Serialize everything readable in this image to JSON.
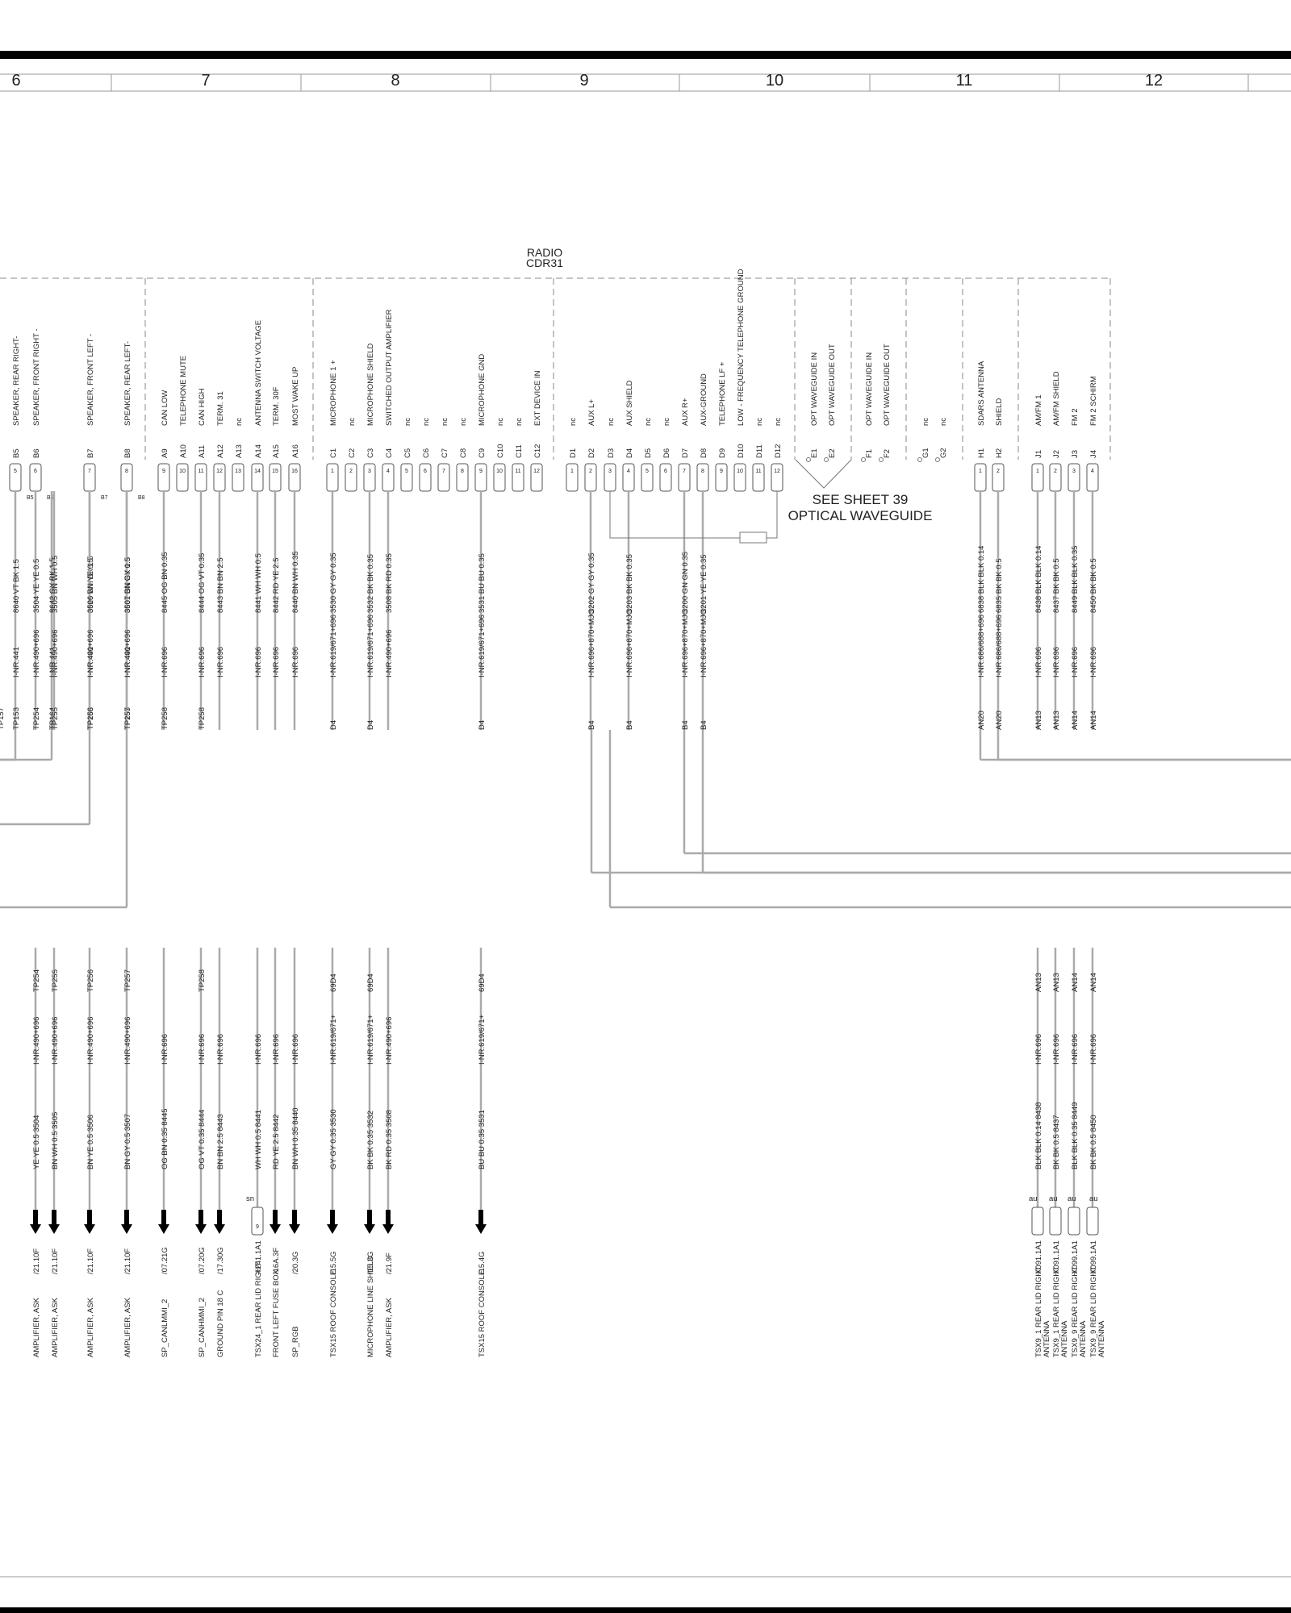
{
  "zones": [
    "6",
    "7",
    "8",
    "9",
    "10",
    "11",
    "12"
  ],
  "component": {
    "name": "RADIO",
    "code": "CDR31"
  },
  "see_sheet": {
    "line1": "SEE SHEET 39",
    "line2": "OPTICAL WAVEGUIDE"
  },
  "pins": [
    {
      "id": "B5",
      "pin": "5",
      "func": "SPEAKER, REAR RIGHT-",
      "splice": "B5",
      "top_wire": "8640   VT BK 1.5",
      "top_route": "I-NR.441",
      "mid_label": "TP153"
    },
    {
      "id": "B6",
      "pin": "6",
      "func": "SPEAKER, FRONT RIGHT -",
      "splice": "B6",
      "top_wire": "3504   YE YE 0.5",
      "top_route": "I-NR.490+696",
      "mid_label": "TP254",
      "bottom": {
        "top_tag": "TP254",
        "route": "I-NR.490+696",
        "wire": "YE YE 0.5   3504",
        "dest": "/21.10F",
        "desc": [
          "AMPLIFIER, ASK"
        ]
      }
    },
    {
      "id": "B6b",
      "pin": "",
      "func": "",
      "top_wire": "8643   GY BK 1.5",
      "top_route": "I-NR.441",
      "mid_label": "TP164"
    },
    {
      "id": "B6c",
      "pin": "",
      "func": "",
      "top_wire": "3505   BN WH 0.5",
      "top_route": "I-NR.490+696",
      "mid_label": "TP255",
      "bottom": {
        "top_tag": "TP255",
        "route": "I-NR.490+696",
        "wire": "BN WH 0.5   3505",
        "dest": "/21.10F",
        "desc": [
          "AMPLIFIER, ASK"
        ]
      }
    },
    {
      "id": "B7",
      "pin": "7",
      "func": "SPEAKER, FRONT LEFT -",
      "splice": "B7",
      "top_wire": "8626   WH BK 1.5",
      "top_route": "I-NR.441",
      "mid_label": "TP163"
    },
    {
      "id": "B7b",
      "pin": "",
      "func": "",
      "top_wire": "3506   BN YE 0.5",
      "top_route": "I-NR.490+696",
      "mid_label": "TP256",
      "bottom": {
        "top_tag": "TP256",
        "route": "I-NR.490+696",
        "wire": "BN YE 0.5   3506",
        "dest": "/21.10F",
        "desc": [
          "AMPLIFIER, ASK"
        ]
      }
    },
    {
      "id": "B8",
      "pin": "8",
      "func": "SPEAKER, REAR LEFT-",
      "splice": "B8",
      "top_wire": "8631   GN BK 1.5",
      "top_route": "I-NR.441",
      "mid_label": "TP155"
    },
    {
      "id": "B8b",
      "pin": "",
      "func": "",
      "top_wire": "3507   BN GY 0.5",
      "top_route": "I-NR.490+696",
      "mid_label": "TP257",
      "bottom": {
        "top_tag": "TP257",
        "route": "I-NR.490+696",
        "wire": "BN GY 0.5   3507",
        "dest": "/21.10F",
        "desc": [
          "AMPLIFIER, ASK"
        ]
      }
    },
    {
      "id": "A9",
      "pin": "9",
      "func": "CAN LOW",
      "top_wire": "8445 OG BN 0.35",
      "top_route": "I-NR.696",
      "mid_label": "TP258",
      "bottom": {
        "top_tag": "",
        "route": "I-NR.696",
        "wire": "OG BN 0.35 8445",
        "dest": "/07.21G",
        "desc": [
          "SP_CANLMMI_2"
        ]
      }
    },
    {
      "id": "A10",
      "pin": "10",
      "func": "TELEPHONE MUTE"
    },
    {
      "id": "A11",
      "pin": "11",
      "func": "CAN HIGH",
      "top_wire": "8444  OG VT 0.35",
      "top_route": "I-NR.696",
      "mid_label": "TP258",
      "bottom": {
        "top_tag": "TP258",
        "route": "I-NR.696",
        "wire": "OG VT 0.35 8444",
        "dest": "/07.20G",
        "desc": [
          "SP_CANHMMI_2"
        ]
      }
    },
    {
      "id": "A12",
      "pin": "12",
      "func": "TERM. 31",
      "top_wire": "8443   BN BN 2.5",
      "top_route": "I-NR.696",
      "bottom": {
        "top_tag": "",
        "route": "I-NR.696",
        "wire": "BN BN 2.5   8443",
        "dest": "/17.30G",
        "desc": [
          "GROUND PIN 18 C"
        ]
      }
    },
    {
      "id": "A13",
      "pin": "13",
      "func": "nc"
    },
    {
      "id": "A14",
      "pin": "14",
      "func": "ANTENNA SWITCH VOLTAGE",
      "top_wire": "8441   WH WH 0.5",
      "top_route": "I-NR.696",
      "bottom": {
        "top_tag": "",
        "route": "I-NR.696",
        "wire": "WH WH 0.5  8441",
        "dest": "X241.1A1",
        "desc": [
          "TSX24_1 REAR LID RIGHT"
        ]
      }
    },
    {
      "id": "A15",
      "pin": "15",
      "func": "TERM. 30F",
      "top_wire": "8442   RD YE 2.5",
      "top_route": "I-NR.696",
      "bottom": {
        "top_tag": "",
        "route": "I-NR.696",
        "wire": "RD YE 2.5   8442",
        "dest": "/16A.3F",
        "desc": [
          "FRONT LEFT FUSE BOX"
        ]
      }
    },
    {
      "id": "A16",
      "pin": "16",
      "func": "MOST WAKE UP",
      "top_wire": "8440 BN WH 0.35",
      "top_route": "I-NR.696",
      "bottom": {
        "top_tag": "",
        "route": "I-NR.696",
        "wire": "BN WH 0.35 8440",
        "dest": "/20.3G",
        "desc": [
          "SP_RGB"
        ]
      }
    },
    {
      "id": "C1",
      "pin": "1",
      "func": "MICROPHONE 1 +",
      "top_wire": "3530  GY GY 0.35",
      "top_route": "I-NR.619/671+696",
      "mid_label": "D4",
      "bottom": {
        "top_tag": "69D4",
        "route": "I-NR.619/671+",
        "wire": "GY GY 0.35  3530",
        "dest": "/15.5G",
        "desc": [
          "TSX15 ROOF CONSOLE"
        ]
      }
    },
    {
      "id": "C2",
      "pin": "2",
      "func": "nc"
    },
    {
      "id": "C3",
      "pin": "3",
      "func": "MICROPHONE SHIELD",
      "top_wire": "3532   BK BK 0.35",
      "top_route": "I-NR.619/671+696",
      "mid_label": "D4",
      "bottom": {
        "top_tag": "69D4",
        "route": "I-NR.619/671+",
        "wire": "BK BK 0.35  3532",
        "dest": "/15.3G",
        "desc": [
          "MICROPHONE LINE SHIELD."
        ]
      }
    },
    {
      "id": "C4",
      "pin": "4",
      "func": "SWITCHED OUTPUT AMPLIFIER",
      "top_wire": "3508   BK RD 0.35",
      "top_route": "I-NR.490+696",
      "bottom": {
        "top_tag": "",
        "route": "I-NR.490+696",
        "wire": "BK RD 0.35  3508",
        "dest": "/21.9F",
        "desc": [
          "AMPLIFIER, ASK"
        ]
      }
    },
    {
      "id": "C5",
      "pin": "5",
      "func": "nc"
    },
    {
      "id": "C6",
      "pin": "6",
      "func": "nc"
    },
    {
      "id": "C7",
      "pin": "7",
      "func": "nc"
    },
    {
      "id": "C8",
      "pin": "8",
      "func": "nc"
    },
    {
      "id": "C9",
      "pin": "9",
      "func": "MICROPHONE GND",
      "top_wire": "3531   BU BU 0.35",
      "top_route": "I-NR.619/671+696",
      "mid_label": "D4",
      "bottom": {
        "top_tag": "69D4",
        "route": "I-NR.619/671+",
        "wire": "BU BU 0.35  3531",
        "dest": "/15.4G",
        "desc": [
          "TSX15 ROOF CONSOLE"
        ]
      }
    },
    {
      "id": "C10",
      "pin": "10",
      "func": "nc"
    },
    {
      "id": "C11",
      "pin": "11",
      "func": "nc"
    },
    {
      "id": "C12",
      "pin": "12",
      "func": "EXT DEVICE IN"
    },
    {
      "id": "D1",
      "pin": "1",
      "func": "nc"
    },
    {
      "id": "D2",
      "pin": "2",
      "func": "AUX L+",
      "top_wire": "3202   GY GY 0.35",
      "top_route": "I-NR.696+870+MJC",
      "mid_label": "B4"
    },
    {
      "id": "D3",
      "pin": "3",
      "func": "nc"
    },
    {
      "id": "D4",
      "pin": "4",
      "func": "AUX SHIELD",
      "top_wire": "3203   BK BK 0.35",
      "top_route": "I-NR.696+870+MJC",
      "mid_label": "B4"
    },
    {
      "id": "D5",
      "pin": "5",
      "func": "nc"
    },
    {
      "id": "D6",
      "pin": "6",
      "func": "nc"
    },
    {
      "id": "D7",
      "pin": "7",
      "func": "AUX R+",
      "top_wire": "3200 GN GN 0.35",
      "top_route": "I-NR.696+870+MJC",
      "mid_label": "B4"
    },
    {
      "id": "D8",
      "pin": "8",
      "func": "AUX-GROUND",
      "top_wire": "3201   YE YE 0.35",
      "top_route": "I-NR.696+870+MJC",
      "mid_label": "B4"
    },
    {
      "id": "D9",
      "pin": "9",
      "func": "TELEPHONE LF +"
    },
    {
      "id": "D10",
      "pin": "10",
      "func": "LOW - FREQUENCY TELEPHONE GROUND"
    },
    {
      "id": "D11",
      "pin": "11",
      "func": "nc"
    },
    {
      "id": "D12",
      "pin": "12",
      "func": "nc"
    },
    {
      "id": "E1",
      "pin": "",
      "func": "OPT WAVEGUIDE IN"
    },
    {
      "id": "E2",
      "pin": "",
      "func": "OPT WAVEGUIDE OUT"
    },
    {
      "id": "F1",
      "pin": "",
      "func": "OPT WAVEGUIDE IN"
    },
    {
      "id": "F2",
      "pin": "",
      "func": "OPT WAVEGUIDE OUT"
    },
    {
      "id": "G1",
      "pin": "",
      "func": "nc"
    },
    {
      "id": "G2",
      "pin": "",
      "func": "nc"
    },
    {
      "id": "H1",
      "pin": "1",
      "func": "SDARS ANTENNA",
      "top_wire": "6838 BLK BLK 0.14",
      "top_route": "I-NR.686/688+696",
      "mid_label": "AN20"
    },
    {
      "id": "H2",
      "pin": "2",
      "func": "SHIELD",
      "top_wire": "6835   BK BK 0.5",
      "top_route": "I-NR.686/688+696",
      "mid_label": "AN20"
    },
    {
      "id": "J1",
      "pin": "1",
      "func": "AM/FM 1",
      "top_wire": "8438 BLK BLK 0.14",
      "top_route": "I-NR.696",
      "mid_label": "AN13",
      "bottom": {
        "top_tag": "AN13",
        "route": "I-NR.696",
        "wire": "BLK BLK 0.14  8438",
        "dest": "X091.1A1",
        "desc": [
          "TSX9_1 REAR LID RIGHT",
          "ANTENNA"
        ]
      }
    },
    {
      "id": "J2",
      "pin": "2",
      "func": "AM/FM SHIELD",
      "top_wire": "8437   BK BK 0.5",
      "top_route": "I-NR.696",
      "mid_label": "AN13",
      "bottom": {
        "top_tag": "AN13",
        "route": "I-NR.696",
        "wire": "BK BK 0.5   8437",
        "dest": "X091.1A1",
        "desc": [
          "TSX9_1 REAR LID RIGHT",
          "ANTENNA"
        ]
      }
    },
    {
      "id": "J3",
      "pin": "3",
      "func": "FM 2",
      "top_wire": "8449 BLK BLK 0.35",
      "top_route": "I-NR.696",
      "mid_label": "AN14",
      "bottom": {
        "top_tag": "AN14",
        "route": "I-NR.696",
        "wire": "BLK BLK 0.35  8449",
        "dest": "X099.1A1",
        "desc": [
          "TSX9_9 REAR LID RIGHT",
          "ANTENNA"
        ]
      }
    },
    {
      "id": "J4",
      "pin": "4",
      "func": "FM 2 SCHIRM",
      "top_wire": "8450   BK BK 0.5",
      "top_route": "I-NR.696",
      "mid_label": "AN14",
      "bottom": {
        "top_tag": "AN14",
        "route": "I-NR.696",
        "wire": "BK BK 0.5   8450",
        "dest": "X099.1A1",
        "desc": [
          "TSX9_9 REAR LID RIGHT",
          "ANTENNA"
        ]
      }
    }
  ],
  "misc": {
    "sn": "sn",
    "au": "au",
    "connector_pin_a14": "9",
    "edge_label_left": "TP157"
  }
}
